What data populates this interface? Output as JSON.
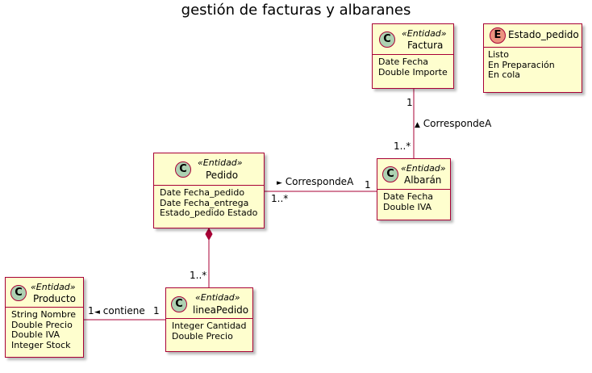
{
  "title": "gestión de facturas y albaranes",
  "classes": {
    "factura": {
      "badge": "C",
      "stereotype": "«Entidad»",
      "name": "Factura",
      "attributes": [
        "Date Fecha",
        "Double Importe"
      ]
    },
    "estado_pedido": {
      "badge": "E",
      "name": "Estado_pedido",
      "values": [
        "Listo",
        "En Preparación",
        "En cola"
      ]
    },
    "pedido": {
      "badge": "C",
      "stereotype": "«Entidad»",
      "name": "Pedido",
      "attributes": [
        "Date Fecha_pedido",
        "Date Fecha_entrega",
        "Estado_pedido Estado"
      ]
    },
    "albaran": {
      "badge": "C",
      "stereotype": "«Entidad»",
      "name": "Albarán",
      "attributes": [
        "Date Fecha",
        "Double IVA"
      ]
    },
    "producto": {
      "badge": "C",
      "stereotype": "«Entidad»",
      "name": "Producto",
      "attributes": [
        "String Nombre",
        "Double Precio",
        "Double IVA",
        "Integer Stock"
      ]
    },
    "linea_pedido": {
      "badge": "C",
      "stereotype": "«Entidad»",
      "name": "lineaPedido",
      "attributes": [
        "Integer Cantidad",
        "Double Precio"
      ]
    }
  },
  "associations": {
    "factura_albaran": {
      "label": "CorrespondeA",
      "arrow": "▲",
      "mult_source": "1",
      "mult_target": "1..*"
    },
    "pedido_albaran": {
      "label": "CorrespondeA",
      "arrow": "►",
      "mult_source": "1..*",
      "mult_target": "1"
    },
    "pedido_linea": {
      "mult_target": "1..*"
    },
    "producto_linea": {
      "label": "contiene",
      "arrow": "◄",
      "mult_source": "1",
      "mult_target": "1"
    }
  },
  "colors": {
    "class_fill": "#FEFECE",
    "border": "#A80036",
    "class_badge": "#ADD1B2",
    "enum_badge": "#EB937F"
  }
}
